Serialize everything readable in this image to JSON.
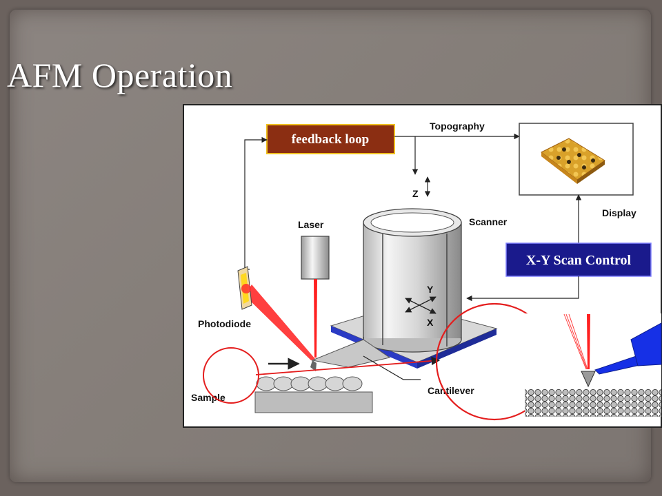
{
  "slide": {
    "title": "AFM Operation"
  },
  "diagram": {
    "feedback_box_label": "feedback loop",
    "topography_label": "Topography",
    "z_label": "Z",
    "display_label": "Display",
    "scanner_label": "Scanner",
    "laser_label": "Laser",
    "xy_scan_label": "X-Y Scan Control",
    "photodiode_label": "Photodiode",
    "y_label": "Y",
    "x_label": "X",
    "sample_label": "Sample",
    "cantilever_label": "Cantilever"
  },
  "colors": {
    "background": "#6b625e",
    "title_text": "#ffffff",
    "feedback_box": "#8b2e12",
    "xy_scan_box": "#1a1a8c",
    "laser_beam": "#ff2020",
    "highlight_circle": "#e41e1e",
    "scanner_base": "#2b3bc4",
    "probe_holder": "#1630e6"
  }
}
